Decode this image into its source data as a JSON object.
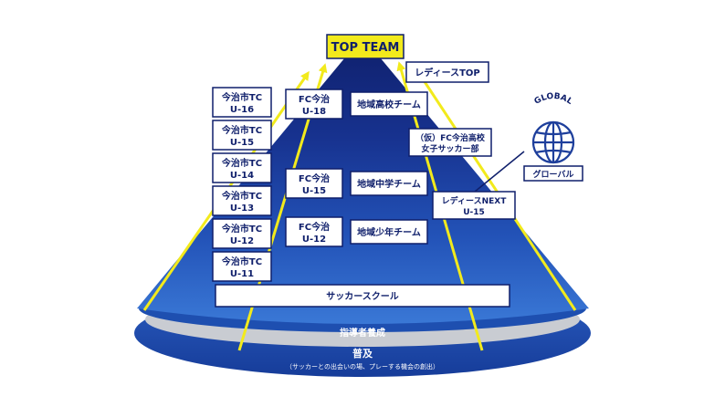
{
  "top_team": "TOP TEAM",
  "imabari_tc": [
    {
      "line1": "今治市TC",
      "line2": "U-16"
    },
    {
      "line1": "今治市TC",
      "line2": "U-15"
    },
    {
      "line1": "今治市TC",
      "line2": "U-14"
    },
    {
      "line1": "今治市TC",
      "line2": "U-13"
    },
    {
      "line1": "今治市TC",
      "line2": "U-12"
    },
    {
      "line1": "今治市TC",
      "line2": "U-11"
    }
  ],
  "fc_imabari": [
    {
      "line1": "FC今治",
      "line2": "U-18"
    },
    {
      "line1": "FC今治",
      "line2": "U-15"
    },
    {
      "line1": "FC今治",
      "line2": "U-12"
    }
  ],
  "local_teams": {
    "high_school": "地域高校チーム",
    "junior_high": "地域中学チーム",
    "youth": "地域少年チーム"
  },
  "ladies": {
    "top": "レディースTOP",
    "hs_line1": "（仮）FC今治高校",
    "hs_line2": "女子サッカー部",
    "next_line1": "レディースNEXT",
    "next_line2": "U-15"
  },
  "global": {
    "arc_text": "GLOBAL",
    "label": "グローバル"
  },
  "soccer_school": "サッカースクール",
  "coach_training": "指導者養成",
  "fukyu_title": "普及",
  "fukyu_sub": "（サッカーとの出会いの場、プレーする機会の創出）",
  "colors": {
    "navy": "#0f1f6b",
    "royal": "#1e4fb0",
    "mid_blue": "#2f5fc4",
    "light_blue": "#3a78d6",
    "yellow": "#f2ea1c",
    "grey": "#c9ccd2",
    "white": "#ffffff"
  }
}
